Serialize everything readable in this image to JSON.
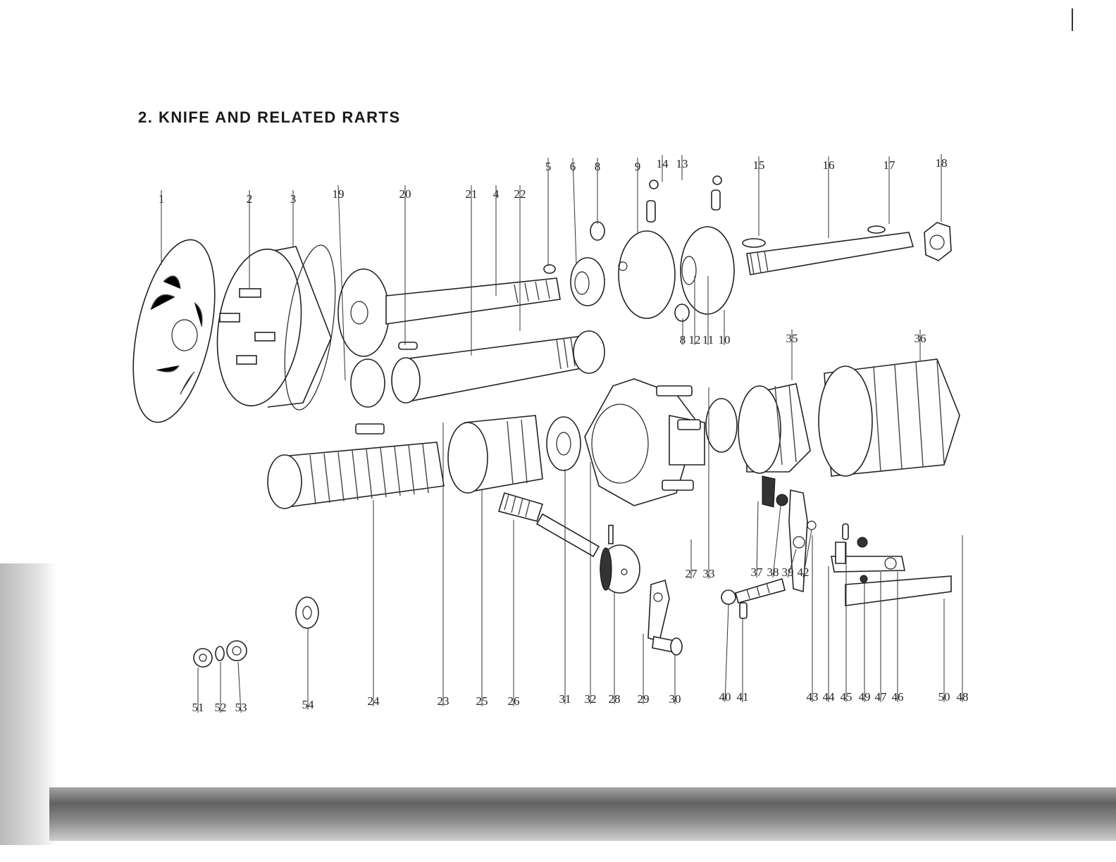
{
  "title": "2. KNIFE AND RELATED RARTS",
  "labels": [
    "1",
    "2",
    "3",
    "19",
    "20",
    "21",
    "4",
    "22",
    "5",
    "6",
    "8",
    "9",
    "14",
    "13",
    "15",
    "16",
    "17",
    "18",
    "8",
    "12",
    "11",
    "10",
    "35",
    "36",
    "27",
    "33",
    "37",
    "38",
    "39",
    "42",
    "51",
    "52",
    "53",
    "54",
    "24",
    "23",
    "25",
    "26",
    "31",
    "32",
    "28",
    "29",
    "30",
    "40",
    "41",
    "43",
    "44",
    "45",
    "49",
    "47",
    "46",
    "50",
    "48"
  ]
}
